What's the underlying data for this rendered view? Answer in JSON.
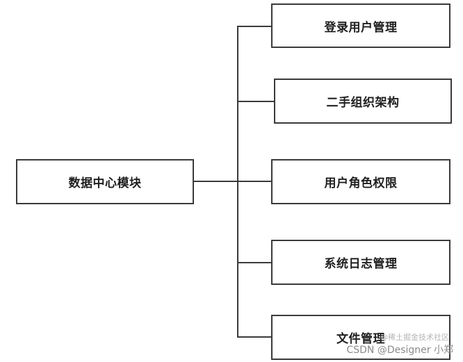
{
  "diagram": {
    "root": {
      "label": "数据中心模块"
    },
    "children": [
      {
        "label": "登录用户管理"
      },
      {
        "label": "二手组织架构"
      },
      {
        "label": "用户角色权限"
      },
      {
        "label": "系统日志管理"
      },
      {
        "label": "文件管理"
      }
    ]
  },
  "watermark": {
    "text": "CSDN @Designer 小郑",
    "faint_text": "@稀土掘金技术社区"
  }
}
